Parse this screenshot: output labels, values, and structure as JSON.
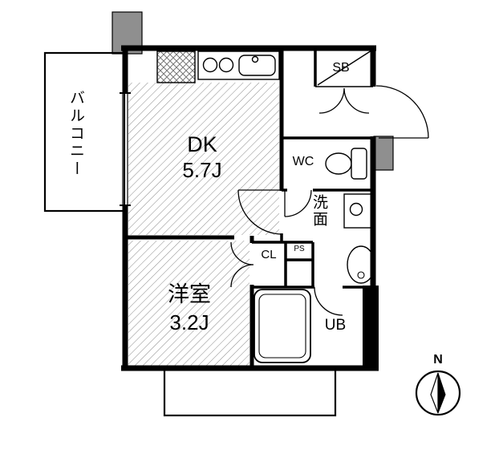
{
  "floorplan": {
    "balcony": {
      "label": "バルコニー"
    },
    "dk": {
      "label": "DK",
      "size": "5.7J"
    },
    "shoe_box": {
      "label": "SB"
    },
    "wc": {
      "label": "WC"
    },
    "washroom": {
      "label": "洗面"
    },
    "closet": {
      "label": "CL"
    },
    "pipe_space": {
      "label": "PS"
    },
    "western_room": {
      "label": "洋室",
      "size": "3.2J"
    },
    "unit_bath": {
      "label": "UB"
    },
    "compass": {
      "label": "N"
    },
    "colors": {
      "wall": "#000000",
      "background": "#ffffff",
      "structure_gray": "#8f8f8f",
      "hatch": "#8a8a8a"
    }
  }
}
